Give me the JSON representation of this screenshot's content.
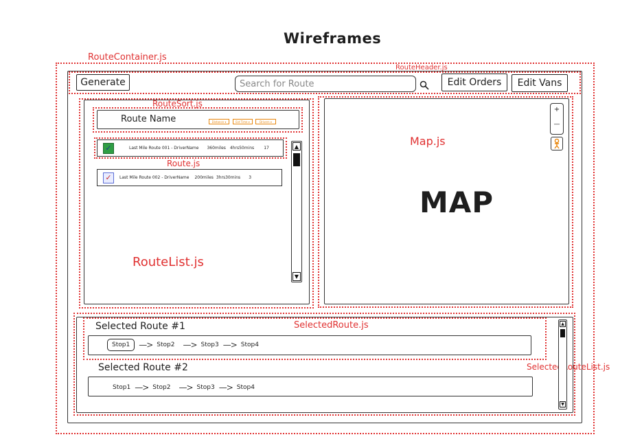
{
  "page_title": "Wireframes",
  "labels": {
    "route_container": "RouteContainer.js",
    "route_header": "RouteHeader.js",
    "route_sort": "RouteSort.js",
    "route": "Route.js",
    "route_list": "RouteList.js",
    "map": "Map.js",
    "selected_route": "SelectedRoute.js",
    "selected_route_list": "SelectedRouteList.js"
  },
  "header": {
    "generate_label": "Generate",
    "search_placeholder": "Search for Route",
    "search_icon": "search-icon",
    "edit_orders_label": "Edit Orders",
    "edit_vans_label": "Edit Vans"
  },
  "sort": {
    "title": "Route Name",
    "options": [
      "Distance ▾",
      "Est Time ▾",
      "Drivers ▾"
    ]
  },
  "routes": [
    {
      "name": "Last Mile Route 001 - DriverName",
      "distance": "360miles",
      "time": "4hrs50mins",
      "count": "17",
      "check_color": "#2f9e44",
      "check_border": "#1e6b2e"
    },
    {
      "name": "Last Mile Route 002 - DriverName",
      "distance": "200miles",
      "time": "3hrs30mins",
      "count": "3",
      "check_color": "#e9ecff",
      "check_border": "#5b6dd6"
    }
  ],
  "map": {
    "text": "MAP",
    "zoom_in": "+",
    "zoom_out": "—",
    "pegman_icon": "pegman-icon"
  },
  "selected_routes": [
    {
      "title": "Selected Route #1",
      "stops": [
        "Stop1",
        "Stop2",
        "Stop3",
        "Stop4"
      ]
    },
    {
      "title": "Selected Route #2",
      "stops": [
        "Stop1",
        "Stop2",
        "Stop3",
        "Stop4"
      ]
    }
  ],
  "colors": {
    "annotation": "#e03131",
    "sort_accent": "#e8860c",
    "outline": "#333333"
  }
}
